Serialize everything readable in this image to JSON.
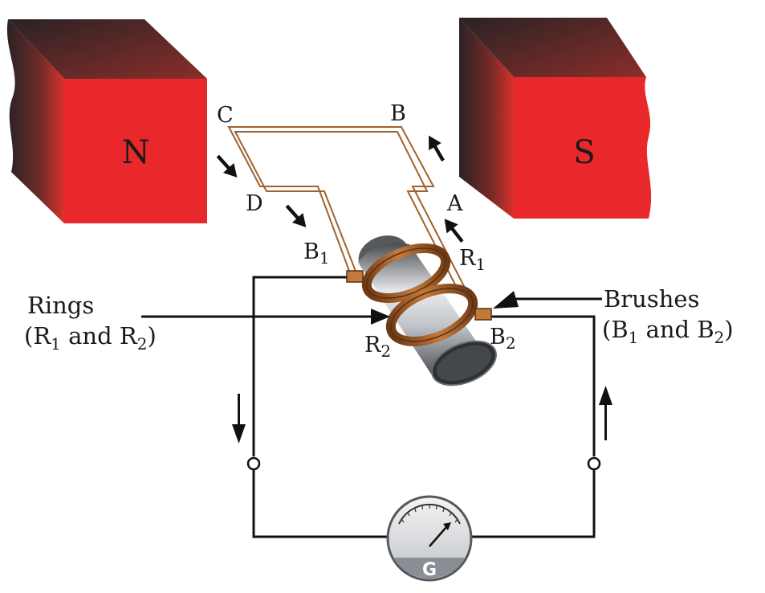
{
  "magnets": {
    "north": "N",
    "south": "S"
  },
  "coil": {
    "A": "A",
    "B": "B",
    "C": "C",
    "D": "D"
  },
  "brushes": {
    "b1": {
      "main": "B",
      "sub": "1"
    },
    "b2": {
      "main": "B",
      "sub": "2"
    }
  },
  "rings": {
    "r1": {
      "main": "R",
      "sub": "1"
    },
    "r2": {
      "main": "R",
      "sub": "2"
    }
  },
  "callouts": {
    "rings": {
      "title": "Rings",
      "line2_open": "(R",
      "line2_sub1": "1",
      "line2_mid": " and R",
      "line2_sub2": "2",
      "line2_close": ")"
    },
    "brushes": {
      "title": "Brushes",
      "line2_open": "(B",
      "line2_sub1": "1",
      "line2_mid": " and B",
      "line2_sub2": "2",
      "line2_close": ")"
    }
  },
  "galvanometer": {
    "label": "G"
  },
  "colors": {
    "magnet_face": "#e8282a",
    "magnet_dark": "#3a2a2a",
    "coil_wire": "#a0622d",
    "ring": "#b06a30",
    "axle": "#9a9ca0",
    "circuit": "#111111"
  }
}
